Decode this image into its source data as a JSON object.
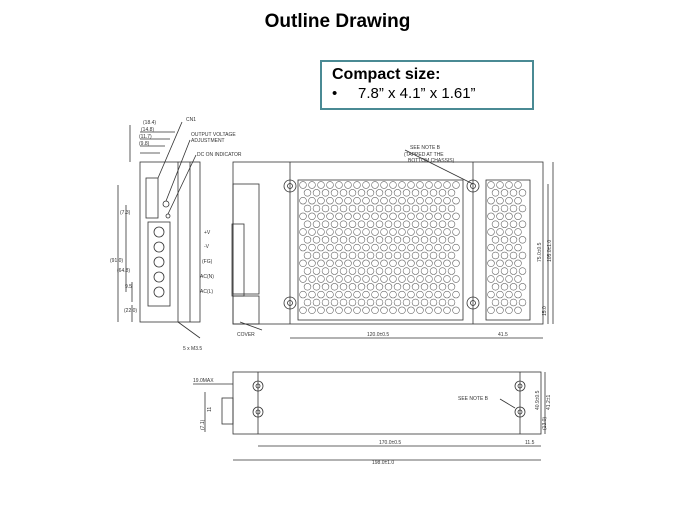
{
  "page": {
    "title": "Outline Drawing"
  },
  "callout": {
    "heading": "Compact size:",
    "bullet": "•",
    "item": "7.8” x 4.1” x 1.61”"
  },
  "drawing": {
    "labels": {
      "cn1": "CN1",
      "output_voltage": "OUTPUT VOLTAGE",
      "adjustment": "ADJUSTMENT",
      "dc_on_indicator": "DC ON INDICATOR",
      "see_note_b_top": "SEE NOTE B",
      "tapped_1": "(TAPPED AT THE",
      "tapped_2": "BOTTOM CHASSIS)",
      "cover": "COVER",
      "screws": "5 x M3.5",
      "see_note_b_bottom": "SEE NOTE B"
    },
    "terminals": [
      "+V",
      "-V",
      "(FG)",
      "AC(N)",
      "AC(L)"
    ],
    "dims": {
      "d184": "(18.4)",
      "d148": "(14.8)",
      "d117": "(11.7)",
      "d98": "(9.8)",
      "d73": "(7.3)",
      "d910": "(91.0)",
      "d648": "(64.8)",
      "d95": "9.5",
      "d220": "(22.0)",
      "d1200": "120.0±0.5",
      "d415": "41.5",
      "d750": "75.0±0.5",
      "d1050": "105.0±1.0",
      "d150": "15.0",
      "d190max": "19.0MAX",
      "d11": "11",
      "d71": "(7.1)",
      "d1700": "170.0±0.5",
      "d115": "11.5",
      "d1980": "198.0±1.0",
      "d40": "40.9±0.5",
      "d130": "(13.0)",
      "d412": "41.2±1"
    }
  }
}
